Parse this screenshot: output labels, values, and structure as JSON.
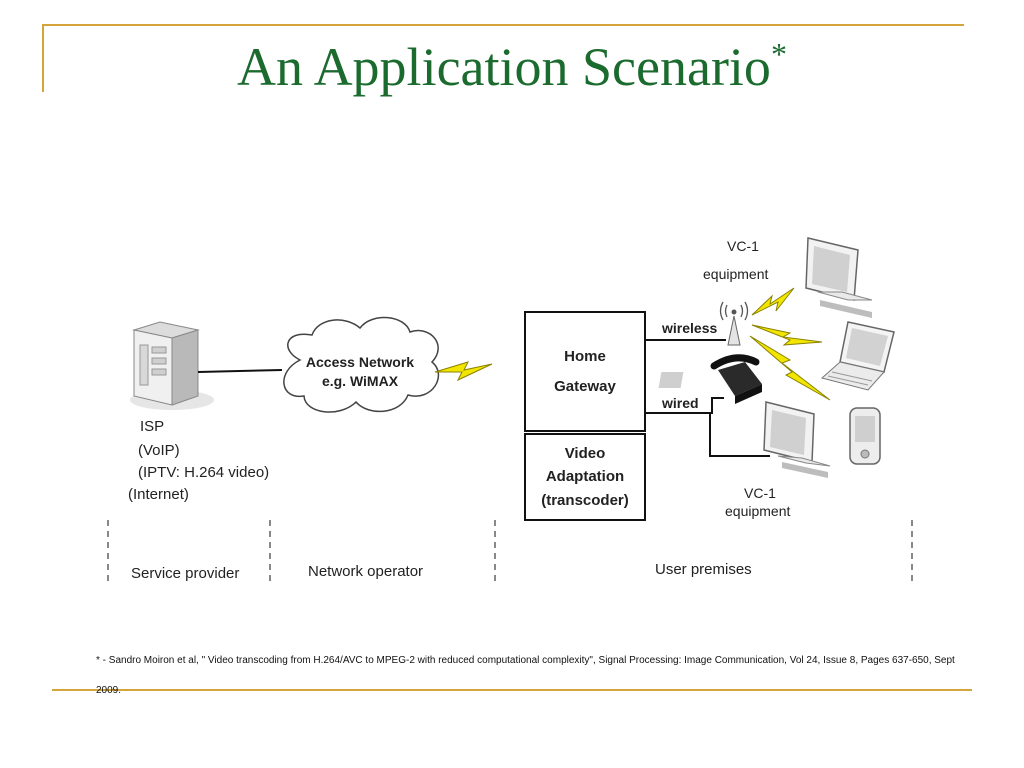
{
  "title": {
    "text": "An Application Scenario",
    "footnote_mark": "*"
  },
  "diagram": {
    "isp": {
      "name": "ISP",
      "services": [
        "(VoIP)",
        "(IPTV: H.264 video)",
        "(Internet)"
      ]
    },
    "cloud": {
      "line1": "Access Network",
      "line2": "e.g. WiMAX"
    },
    "home_gateway": {
      "line1": "Home",
      "line2": "Gateway"
    },
    "video_adaptation": {
      "line1": "Video",
      "line2": "Adaptation",
      "line3": "(transcoder)"
    },
    "links": {
      "wireless": "wireless",
      "wired": "wired"
    },
    "equipment_top": {
      "codec": "VC-1",
      "caption": "equipment"
    },
    "equipment_bottom": {
      "codec": "VC-1",
      "caption": "equipment"
    },
    "zones": [
      "Service provider",
      "Network operator",
      "User premises"
    ]
  },
  "footnote": "* - Sandro Moiron et al, \" Video transcoding from H.264/AVC to MPEG-2 with reduced computational complexity\", Signal Processing: Image Communication, Vol 24, Issue 8, Pages 637-650, Sept 2009.",
  "colors": {
    "title": "#1b6b2f",
    "accent_rule": "#d4a53a",
    "lightning": "#f2e600"
  }
}
